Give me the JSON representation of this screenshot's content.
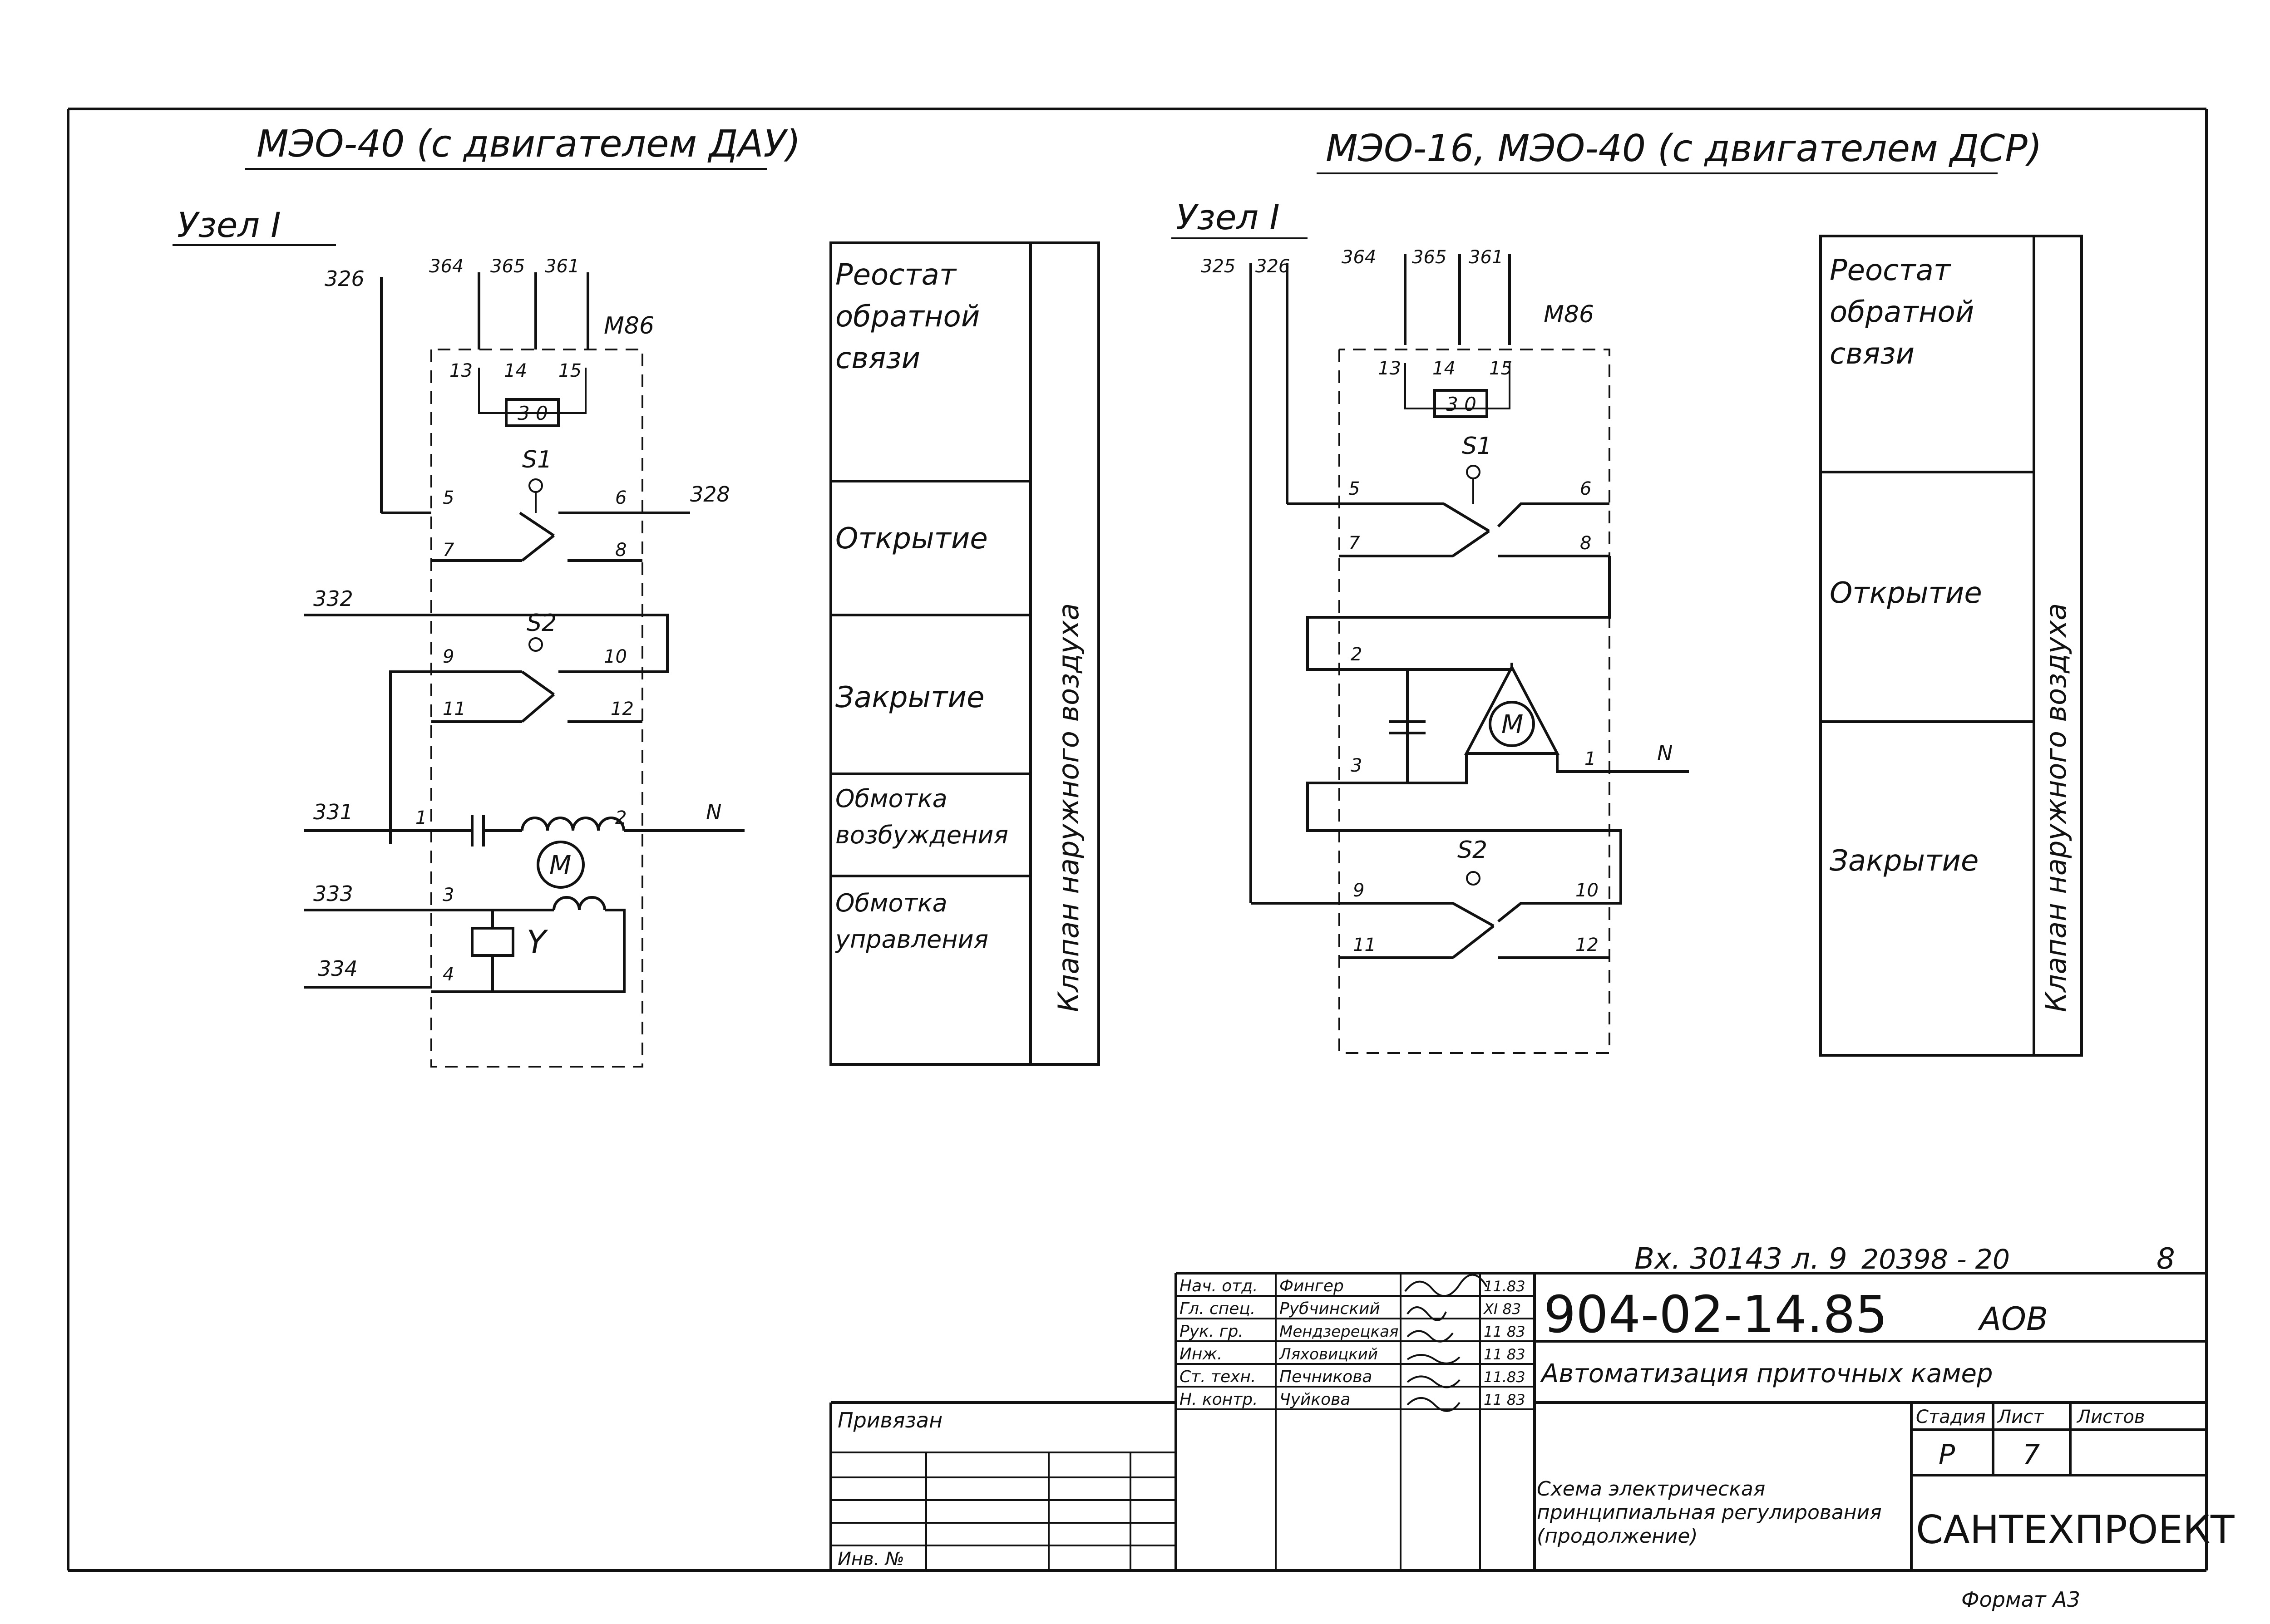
{
  "left_schematic": {
    "title": "МЭО-40 (с двигателем ДАУ)",
    "node_label": "Узел I",
    "wires": {
      "w326": "326",
      "w364": "364",
      "w365": "365",
      "w361": "361",
      "w328": "328",
      "w332": "332",
      "w331": "331",
      "w333": "333",
      "w334": "334",
      "n": "N"
    },
    "connector": "М86",
    "pins": {
      "p13": "13",
      "p14": "14",
      "p15": "15",
      "p5": "5",
      "p6": "6",
      "p7": "7",
      "p8": "8",
      "p9": "9",
      "p10": "10",
      "p11": "11",
      "p12": "12",
      "p1": "1",
      "p2": "2",
      "p3": "3",
      "p4": "4"
    },
    "switch_s1": "S1",
    "switch_s2": "S2",
    "rheostat": "3 0",
    "motor": "M",
    "brake": "Y"
  },
  "left_table": {
    "rows": [
      "Реостат обратной связи",
      "Открытие",
      "Закрытие",
      "Обмотка возбуждения",
      "Обмотка управления"
    ],
    "side_label": "Клапан наружного воздуха"
  },
  "right_schematic": {
    "title": "МЭО-16, МЭО-40 (с двигателем ДСР)",
    "node_label": "Узел I",
    "wires": {
      "w325": "325",
      "w326": "326",
      "w364": "364",
      "w365": "365",
      "w361": "361",
      "n": "N"
    },
    "connector": "М86",
    "pins": {
      "p13": "13",
      "p14": "14",
      "p15": "15",
      "p5": "5",
      "p6": "6",
      "p7": "7",
      "p8": "8",
      "p2": "2",
      "p3": "3",
      "p1": "1",
      "p9": "9",
      "p10": "10",
      "p11": "11",
      "p12": "12"
    },
    "switch_s1": "S1",
    "switch_s2": "S2",
    "rheostat": "3 0",
    "motor": "M"
  },
  "right_table": {
    "rows": [
      "Реостат обратной связи",
      "Открытие",
      "Закрытие"
    ],
    "side_label": "Клапан наружного воздуха"
  },
  "title_block": {
    "ref_handwritten": "Вх. 30143 л. 9",
    "ref_number": "20398 - 20",
    "sheet_marker": "8",
    "doc_code": "904-02-14.85",
    "doc_suffix": "АОВ",
    "project_title": "Автоматизация приточных камер",
    "drawing_title": "Схема электрическая принципиальная регулирования (продолжение)",
    "company": "САНТЕХПРОЕКТ",
    "bound_label": "Привязан",
    "inv_label": "Инв. №",
    "stage_header": "Стадия",
    "sheet_header": "Лист",
    "sheets_header": "Листов",
    "stage_value": "Р",
    "sheet_value": "7",
    "sheets_value": "",
    "format_label": "Формат А3",
    "signatures": [
      {
        "role": "Нач. отд.",
        "name": "Фингер",
        "date": "11.83"
      },
      {
        "role": "Гл. спец.",
        "name": "Рубчинский",
        "date": "XI 83"
      },
      {
        "role": "Рук. гр.",
        "name": "Мендзерецкая",
        "date": "11 83"
      },
      {
        "role": "Инж.",
        "name": "Ляховицкий",
        "date": "11 83"
      },
      {
        "role": "Ст. техн.",
        "name": "Печникова",
        "date": "11.83"
      },
      {
        "role": "Н. контр.",
        "name": "Чуйкова",
        "date": "11 83"
      }
    ]
  }
}
